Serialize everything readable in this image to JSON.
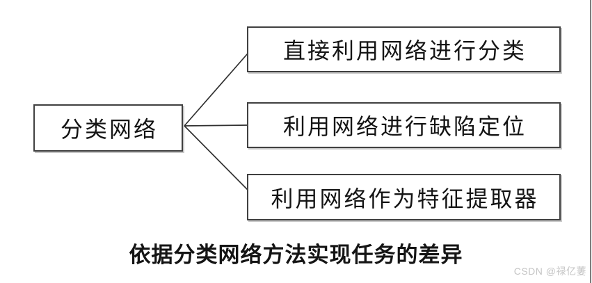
{
  "diagram": {
    "root_label": "分类网络",
    "branches": [
      {
        "label": "直接利用网络进行分类"
      },
      {
        "label": "利用网络进行缺陷定位"
      },
      {
        "label": "利用网络作为特征提取器"
      }
    ],
    "caption": "依据分类网络方法实现任务的差异"
  },
  "watermark": {
    "text": "CSDN @禄亿萋"
  },
  "colors": {
    "background": "#ffffff",
    "box_border": "#404040",
    "connector": "#303030",
    "text": "#141414",
    "watermark_text": "#c4c4c4",
    "page_edge": "#7e7e7e"
  }
}
